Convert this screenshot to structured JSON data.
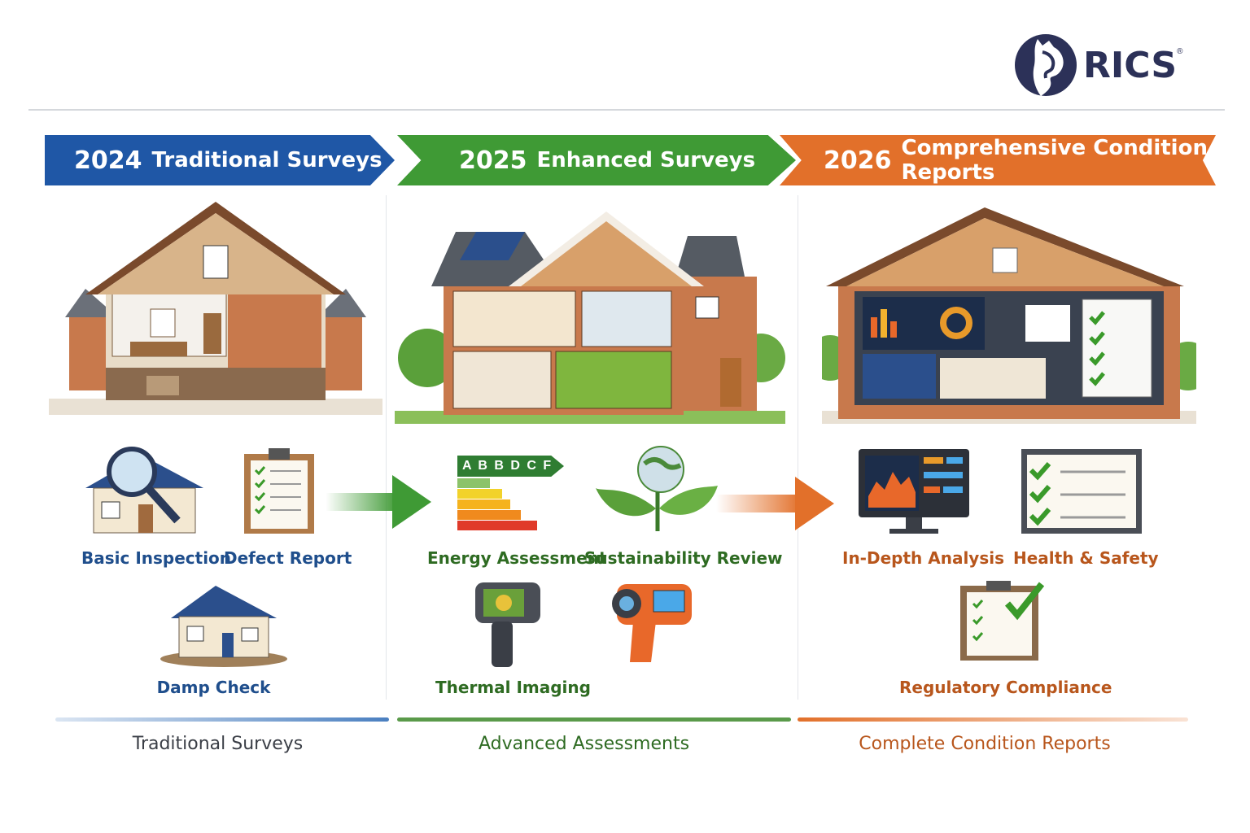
{
  "logo": {
    "text": "RICS",
    "registered": "®"
  },
  "stages": [
    {
      "year": "2024",
      "title": "Traditional Surveys",
      "color": "#1f57a6",
      "items": [
        "Basic Inspection",
        "Defect Report",
        "Damp Check"
      ],
      "footer": "Traditional Surveys"
    },
    {
      "year": "2025",
      "title": "Enhanced Surveys",
      "color": "#3f9a35",
      "items": [
        "Energy Assessment",
        "Sustainability Review",
        "Thermal Imaging"
      ],
      "energy_scale": "A B B D C F",
      "footer": "Advanced Assessments"
    },
    {
      "year": "2026",
      "title": "Comprehensive Condition Reports",
      "color": "#e2702a",
      "items": [
        "In-Depth Analysis",
        "Health & Safety",
        "Regulatory Compliance"
      ],
      "footer": "Complete Condition Reports"
    }
  ]
}
